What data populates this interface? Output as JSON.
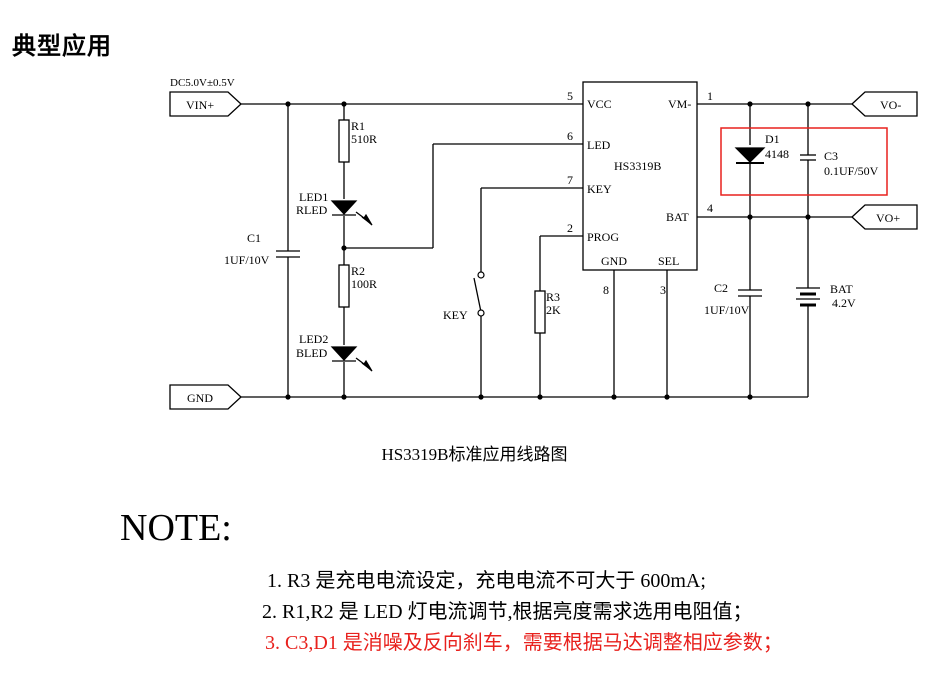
{
  "heading": "典型应用",
  "diagram": {
    "caption": "HS3319B标准应用线路图",
    "ic": {
      "name": "HS3319B",
      "pins": [
        {
          "label": "VCC",
          "number": "5"
        },
        {
          "label": "LED",
          "number": "6"
        },
        {
          "label": "KEY",
          "number": "7"
        },
        {
          "label": "PROG",
          "number": "2"
        },
        {
          "label": "GND",
          "number": "8"
        },
        {
          "label": "SEL",
          "number": "3"
        },
        {
          "label": "VM-",
          "number": "1"
        },
        {
          "label": "BAT",
          "number": "4"
        }
      ]
    },
    "ports": {
      "vin": "VIN+",
      "vin_spec": "DC5.0V±0.5V",
      "gnd": "GND",
      "vo_minus": "VO-",
      "vo_plus": "VO+"
    },
    "components": {
      "r1": {
        "ref": "R1",
        "value": "510R"
      },
      "r2": {
        "ref": "R2",
        "value": "100R"
      },
      "r3": {
        "ref": "R3",
        "value": "2K"
      },
      "c1": {
        "ref": "C1",
        "value": "1UF/10V"
      },
      "c2": {
        "ref": "C2",
        "value": "1UF/10V"
      },
      "c3": {
        "ref": "C3",
        "value": "0.1UF/50V"
      },
      "d1": {
        "ref": "D1",
        "value": "4148"
      },
      "led1": {
        "ref": "LED1",
        "value": "RLED"
      },
      "led2": {
        "ref": "LED2",
        "value": "BLED"
      },
      "key": {
        "ref": "KEY"
      },
      "bat": {
        "ref": "BAT",
        "value": "4.2V"
      }
    },
    "colors": {
      "highlight": "#e8211d",
      "line": "#000000"
    }
  },
  "note": {
    "title": "NOTE:",
    "items": [
      "1. R3 是充电电流设定，充电电流不可大于 600mA;",
      "2. R1,R2 是 LED 灯电流调节,根据亮度需求选用电阻值；",
      "3. C3,D1 是消噪及反向刹车，需要根据马达调整相应参数；"
    ]
  }
}
